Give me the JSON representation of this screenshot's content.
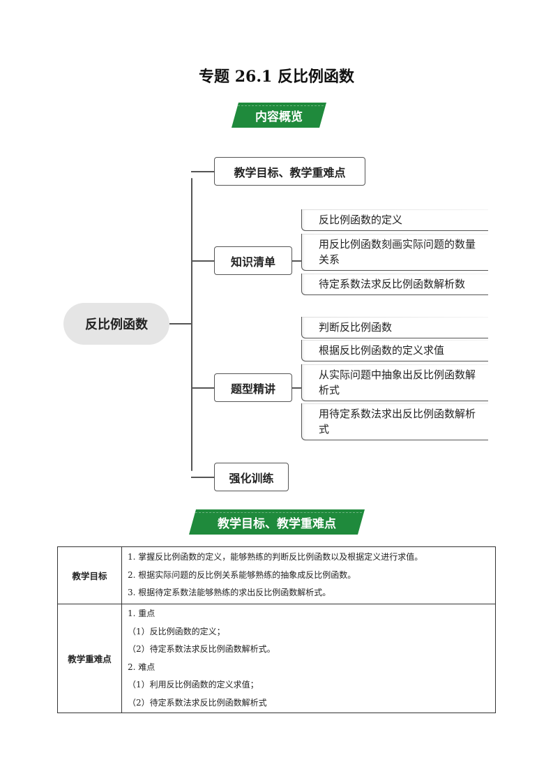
{
  "title": "专题 26.1  反比例函数",
  "banner_overview": "内容概览",
  "mindmap": {
    "root": "反比例函数",
    "branch_goals": "教学目标、教学重难点",
    "branch_knowledge": "知识清单",
    "knowledge_items": [
      "反比例函数的定义",
      "用反比例函数刻画实际问题的数量关系",
      "待定系数法求反比例函数解析数"
    ],
    "branch_types": "题型精讲",
    "type_items": [
      "判断反比例函数",
      "根据反比例函数的定义求值",
      "从实际问题中抽象出反比例函数解析式",
      "用待定系数法求出反比例函数解析式"
    ],
    "branch_training": "强化训练"
  },
  "banner_goals": "教学目标、教学重难点",
  "table": {
    "goals_header": "教学目标",
    "goals": [
      "1. 掌握反比例函数的定义，能够熟练的判断反比例函数以及根据定义进行求值。",
      "2. 根据实际问题的反比例关系能够熟练的抽象成反比例函数。",
      "3. 根据待定系数法能够熟练的求出反比例函数解析式。"
    ],
    "key_header": "教学重难点",
    "key_points": [
      "1. 重点",
      "（1）反比例函数的定义；",
      "（2）待定系数法求反比例函数解析式。",
      "2. 难点",
      "（1）利用反比例函数的定义求值；",
      "（2）待定系数法求反比例函数解析式"
    ]
  }
}
